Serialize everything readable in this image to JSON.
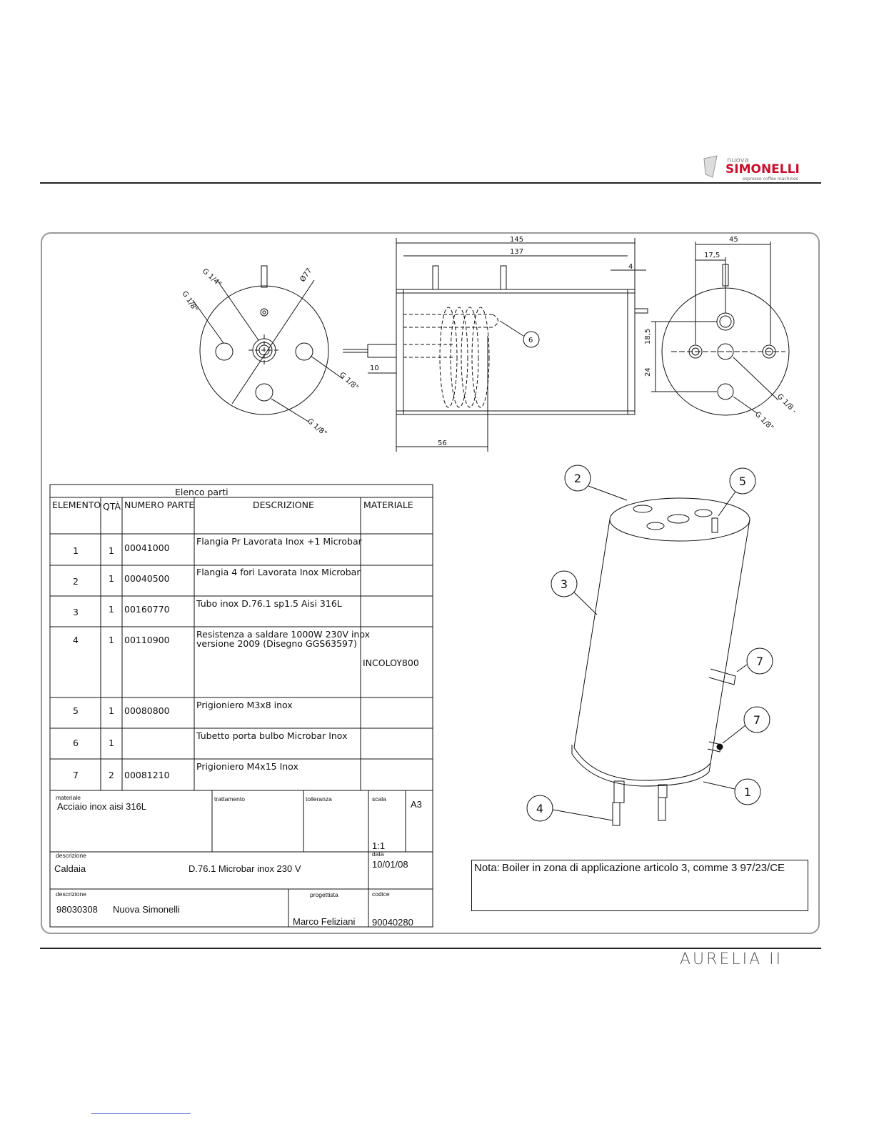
{
  "header": {
    "logo_small": "nuova",
    "logo_brand": "SIMONELLI",
    "logo_tagline": "espresso coffee machines"
  },
  "footer": {
    "product": "AURELIA II"
  },
  "drawing": {
    "front_view_labels": [
      "G 1/4\"",
      "G 1/8\"",
      "Ø77",
      "G 1/8\"",
      "G 1/8\""
    ],
    "side_view_dims": {
      "d145": "145",
      "d137": "137",
      "d4": "4",
      "d10": "10",
      "d56": "56"
    },
    "right_view_dims": {
      "d45": "45",
      "d17_5": "17,5",
      "d18_5": "18,5",
      "d24": "24"
    },
    "right_view_labels": [
      "G 1/8 -",
      "G 1/8\""
    ],
    "balloon_6": "6",
    "iso_balloons": [
      "1",
      "2",
      "3",
      "4",
      "5",
      "7",
      "7"
    ]
  },
  "parts_table": {
    "title": "Elenco parti",
    "headers": [
      "ELEMENTO",
      "QTÀ",
      "NUMERO PARTE",
      "DESCRIZIONE",
      "MATERIALE"
    ],
    "rows": [
      {
        "el": "1",
        "qty": "1",
        "pn": "00041000",
        "desc": "Flangia Pr Lavorata Inox +1  Microbar",
        "mat": ""
      },
      {
        "el": "2",
        "qty": "1",
        "pn": "00040500",
        "desc": "Flangia 4 fori Lavorata Inox Microbar",
        "mat": ""
      },
      {
        "el": "3",
        "qty": "1",
        "pn": "00160770",
        "desc": "Tubo inox D.76.1 sp1.5 Aisi 316L",
        "mat": ""
      },
      {
        "el": "4",
        "qty": "1",
        "pn": "00110900",
        "desc": "Resistenza a saldare 1000W 230V inox",
        "desc2": "versione 2009 (Disegno GGS63597)",
        "mat": "INCOLOY800"
      },
      {
        "el": "5",
        "qty": "1",
        "pn": "00080800",
        "desc": "Prigioniero M3x8 inox",
        "mat": ""
      },
      {
        "el": "6",
        "qty": "1",
        "pn": "",
        "desc": "Tubetto porta bulbo Microbar Inox",
        "mat": ""
      },
      {
        "el": "7",
        "qty": "2",
        "pn": "00081210",
        "desc": "Prigioniero M4x15 Inox",
        "mat": ""
      }
    ]
  },
  "title_block": {
    "materiale_label": "materiale",
    "materiale": "Acciaio inox aisi 316L",
    "trattamento_label": "trattamento",
    "tolleranza_label": "tolleranza",
    "scala_label": "scala",
    "scala": "1:1",
    "format": "A3",
    "descrizione_label": "descrizione",
    "descrizione_a": "Caldaia",
    "descrizione_b": "D.76.1 Microbar inox 230 V",
    "data_label": "data",
    "data": "10/01/08",
    "descrizione2_label": "descrizione",
    "code_a": "98030308",
    "company": "Nuova Simonelli",
    "progettista_label": "progettista",
    "progettista": "Marco Feliziani",
    "codice_label": "codice",
    "codice": "90040280"
  },
  "note": {
    "label": "Nota:",
    "text": "Boiler in zona di applicazione articolo 3, comme 3 97/23/CE"
  }
}
